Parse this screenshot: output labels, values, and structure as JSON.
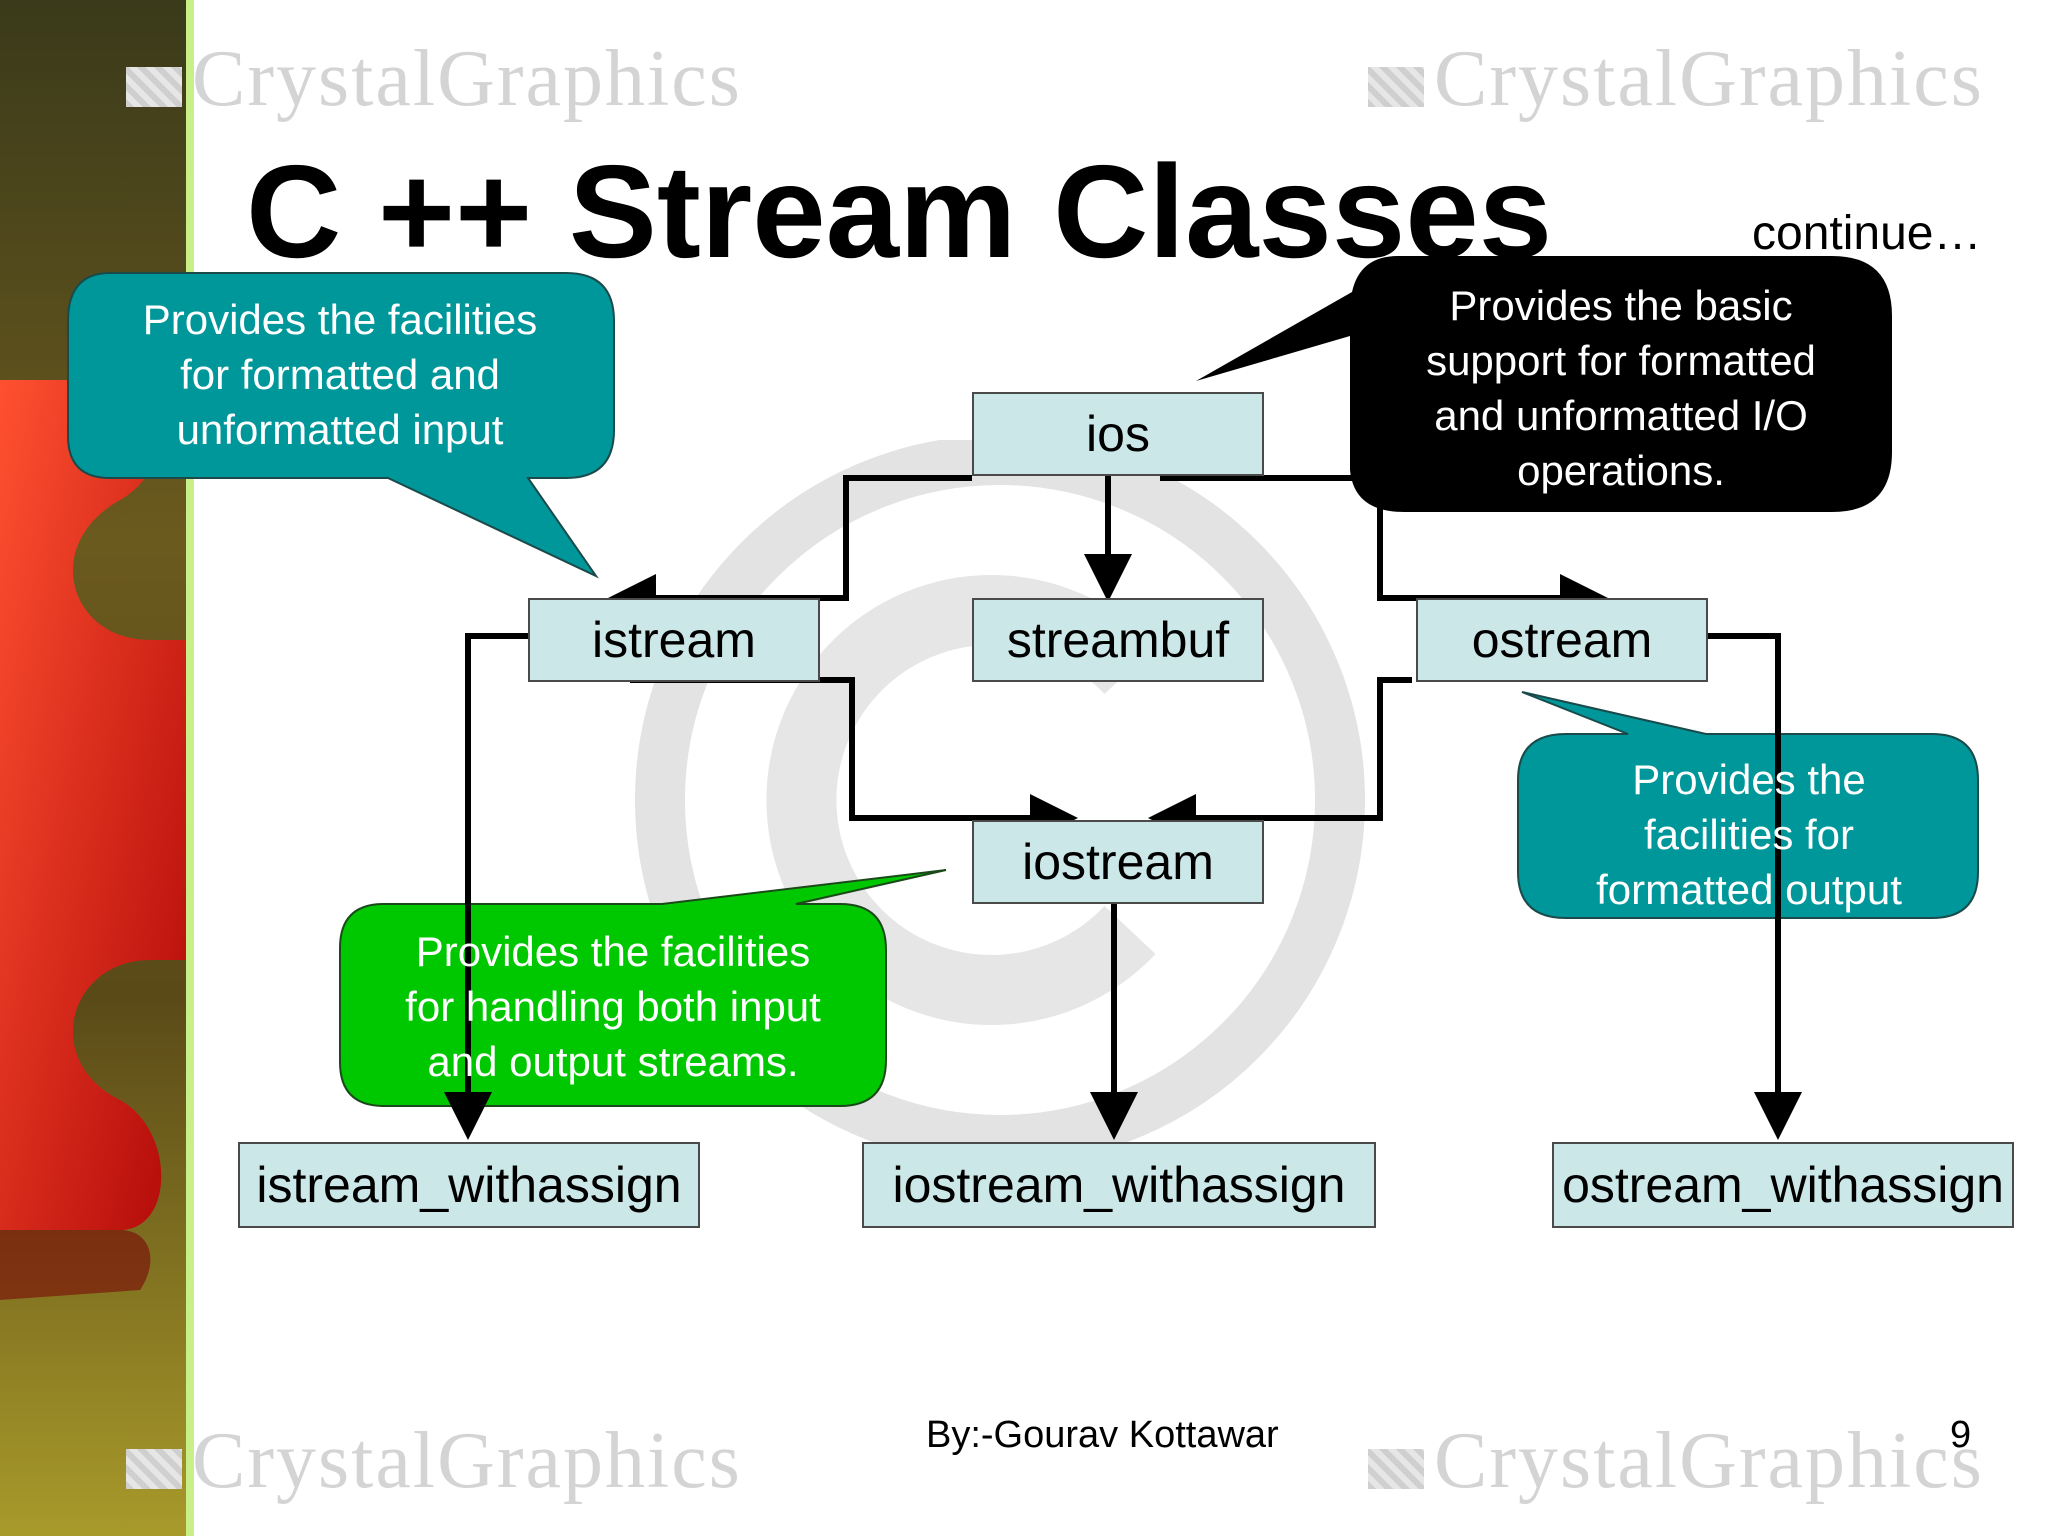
{
  "slide": {
    "title": "C ++ Stream Classes",
    "continue_label": "continue…",
    "watermark": "CrystalGraphics",
    "footer": "By:-Gourav Kottawar",
    "page_number": "9"
  },
  "nodes": {
    "ios": "ios",
    "istream": "istream",
    "streambuf": "streambuf",
    "ostream": "ostream",
    "iostream": "iostream",
    "istream_withassign": "istream_withassign",
    "iostream_withassign": "iostream_withassign",
    "ostream_withassign": "ostream_withassign"
  },
  "callouts": {
    "istream": [
      "Provides the facilities",
      "for formatted and",
      "unformatted input"
    ],
    "ios": [
      "Provides the basic",
      "support for formatted",
      "and unformatted I/O",
      "operations."
    ],
    "ostream": [
      "Provides the",
      "facilities for",
      "formatted output"
    ],
    "iostream": [
      "Provides the facilities",
      "for handling both input",
      "and output streams."
    ]
  },
  "colors": {
    "teal_callout": "#00979a",
    "green_callout": "#00c800",
    "black_callout": "#000000",
    "box_fill": "#cce7e8",
    "connector": "#000000"
  }
}
